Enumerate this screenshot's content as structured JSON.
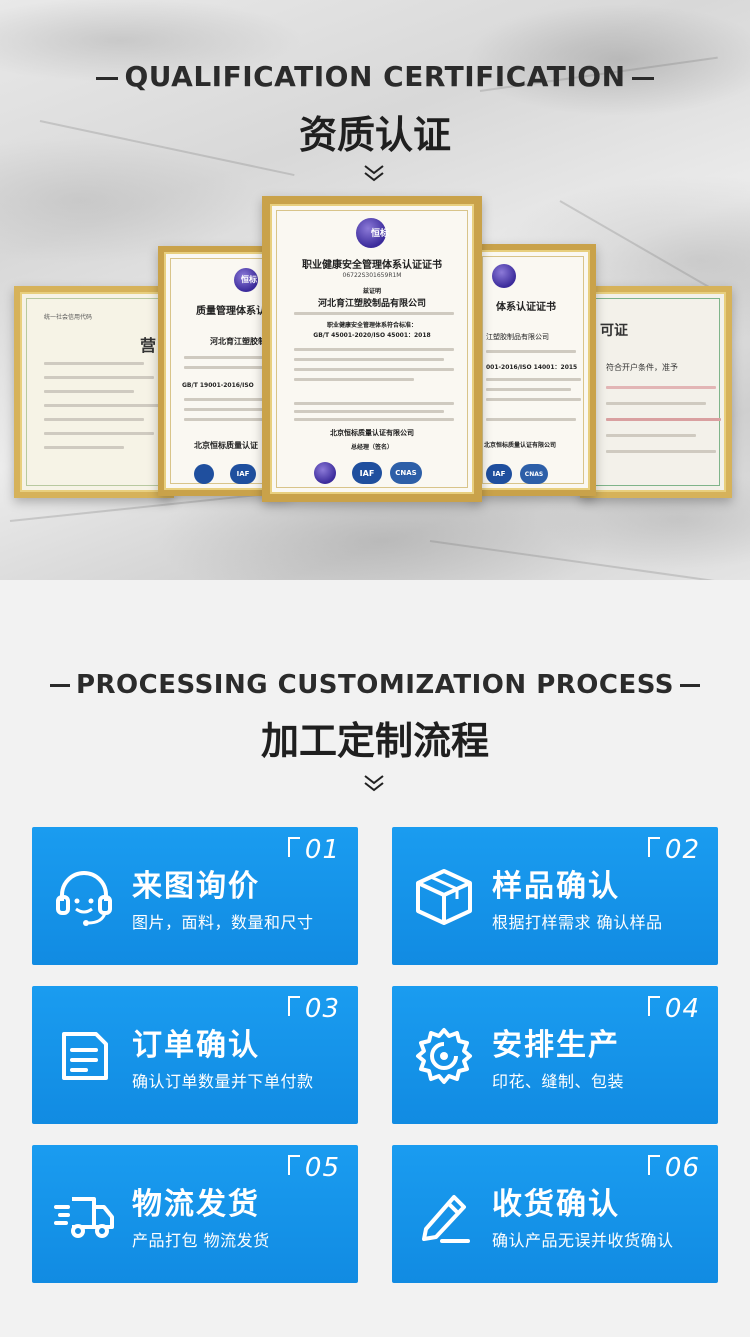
{
  "qualification": {
    "heading_en": "QUALIFICATION CERTIFICATION",
    "heading_zh": "资质认证",
    "certificates": {
      "left_title": "营",
      "left_sub": "统一社会信用代码",
      "second_title": "质量管理体系认证",
      "second_company": "河北育江塑胶制品",
      "second_std": "GB/T 19001-2016/ISO",
      "second_org": "北京恒标质量认证",
      "center_title": "职业健康安全管理体系认证证书",
      "center_number": "06722S301659R1M",
      "center_label": "兹证明",
      "center_company": "河北育江塑胶制品有限公司",
      "center_std_label": "职业健康安全管理体系符合标准：",
      "center_std": "GB/T 45001-2020/ISO 45001：2018",
      "center_org": "北京恒标质量认证有限公司",
      "center_sign": "总经理（签名）",
      "fourth_title": "体系认证证书",
      "fourth_company": "江塑胶制品有限公司",
      "fourth_std": "001-2016/ISO 14001：2015",
      "fourth_org": "北京恒标质量认证有限公司",
      "right_title": "可证",
      "right_text": "符合开户条件，准予",
      "logo_text": "恒标",
      "badge_iaf": "IAF",
      "badge_cnas": "CNAS"
    }
  },
  "process": {
    "heading_en": "PROCESSING CUSTOMIZATION PROCESS",
    "heading_zh": "加工定制流程",
    "steps": [
      {
        "num": "01",
        "title": "来图询价",
        "desc": "图片，面料，数量和尺寸",
        "icon": "headset-icon"
      },
      {
        "num": "02",
        "title": "样品确认",
        "desc": "根据打样需求 确认样品",
        "icon": "box-icon"
      },
      {
        "num": "03",
        "title": "订单确认",
        "desc": "确认订单数量并下单付款",
        "icon": "document-icon"
      },
      {
        "num": "04",
        "title": "安排生产",
        "desc": "印花、缝制、包装",
        "icon": "gear-icon"
      },
      {
        "num": "05",
        "title": "物流发货",
        "desc": "产品打包 物流发货",
        "icon": "truck-icon"
      },
      {
        "num": "06",
        "title": "收货确认",
        "desc": "确认产品无误并收货确认",
        "icon": "pen-icon"
      }
    ]
  },
  "colors": {
    "card_blue": "#1494ea",
    "gold_frame": "#c9a24a",
    "heading_dark": "#1f1f1f"
  }
}
